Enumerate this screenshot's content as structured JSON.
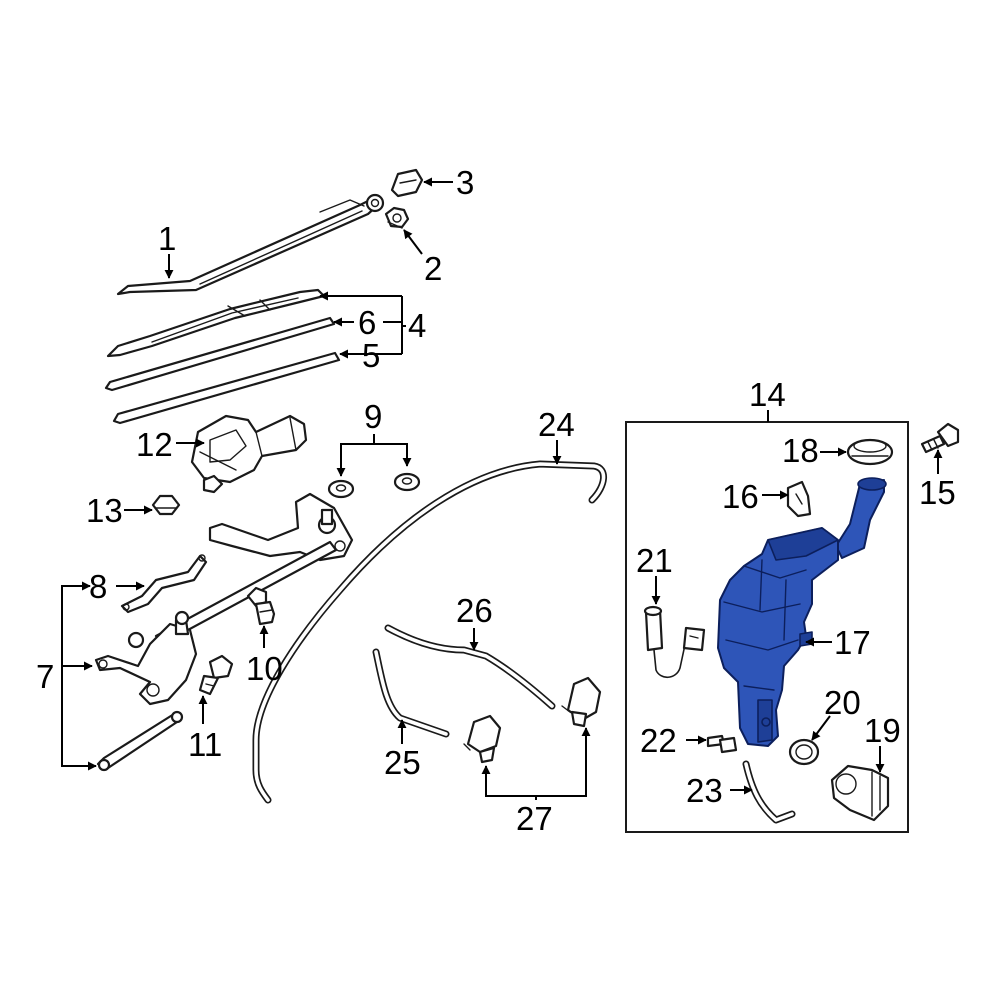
{
  "diagram": {
    "highlight_color": "#2e55b8",
    "line_color": "#1a1a1a",
    "background": "#ffffff"
  },
  "callouts": {
    "c1": "1",
    "c2": "2",
    "c3": "3",
    "c4": "4",
    "c5": "5",
    "c6": "6",
    "c7": "7",
    "c8": "8",
    "c9": "9",
    "c10": "10",
    "c11": "11",
    "c12": "12",
    "c13": "13",
    "c14": "14",
    "c15": "15",
    "c16": "16",
    "c17": "17",
    "c18": "18",
    "c19": "19",
    "c20": "20",
    "c21": "21",
    "c22": "22",
    "c23": "23",
    "c24": "24",
    "c25": "25",
    "c26": "26",
    "c27": "27"
  }
}
